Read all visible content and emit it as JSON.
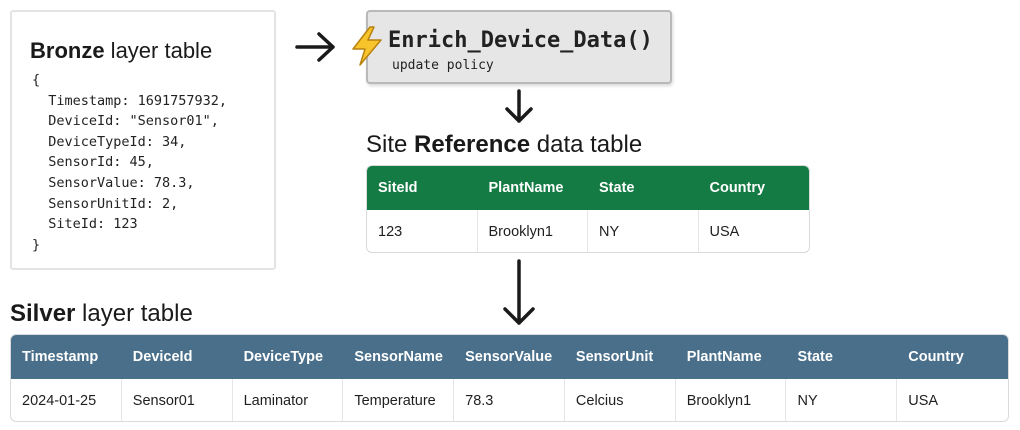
{
  "bronze": {
    "title_bold": "Bronze",
    "title_rest": " layer table",
    "code_lines": [
      "{",
      "  Timestamp: 1691757932,",
      "  DeviceId: \"Sensor01\",",
      "  DeviceTypeId: 34,",
      "  SensorId: 45,",
      "  SensorValue: 78.3,",
      "  SensorUnitId: 2,",
      "  SiteId: 123",
      "}"
    ]
  },
  "function": {
    "icon": "lightning-bolt-icon",
    "name": "Enrich_Device_Data()",
    "subtitle": "update policy"
  },
  "reference": {
    "title_pre": "Site ",
    "title_bold": "Reference",
    "title_post": " data table",
    "header_color": "#157b44",
    "columns": [
      "SiteId",
      "PlantName",
      "State",
      "Country"
    ],
    "rows": [
      [
        "123",
        "Brooklyn1",
        "NY",
        "USA"
      ]
    ]
  },
  "silver": {
    "title_bold": "Silver",
    "title_rest": " layer table",
    "header_color": "#4a6f8b",
    "columns": [
      "Timestamp",
      "DeviceId",
      "DeviceType",
      "SensorName",
      "SensorValue",
      "SensorUnit",
      "PlantName",
      "State",
      "Country"
    ],
    "rows": [
      [
        "2024-01-25",
        "Sensor01",
        "Laminator",
        "Temperature",
        "78.3",
        "Celcius",
        "Brooklyn1",
        "NY",
        "USA"
      ]
    ]
  }
}
